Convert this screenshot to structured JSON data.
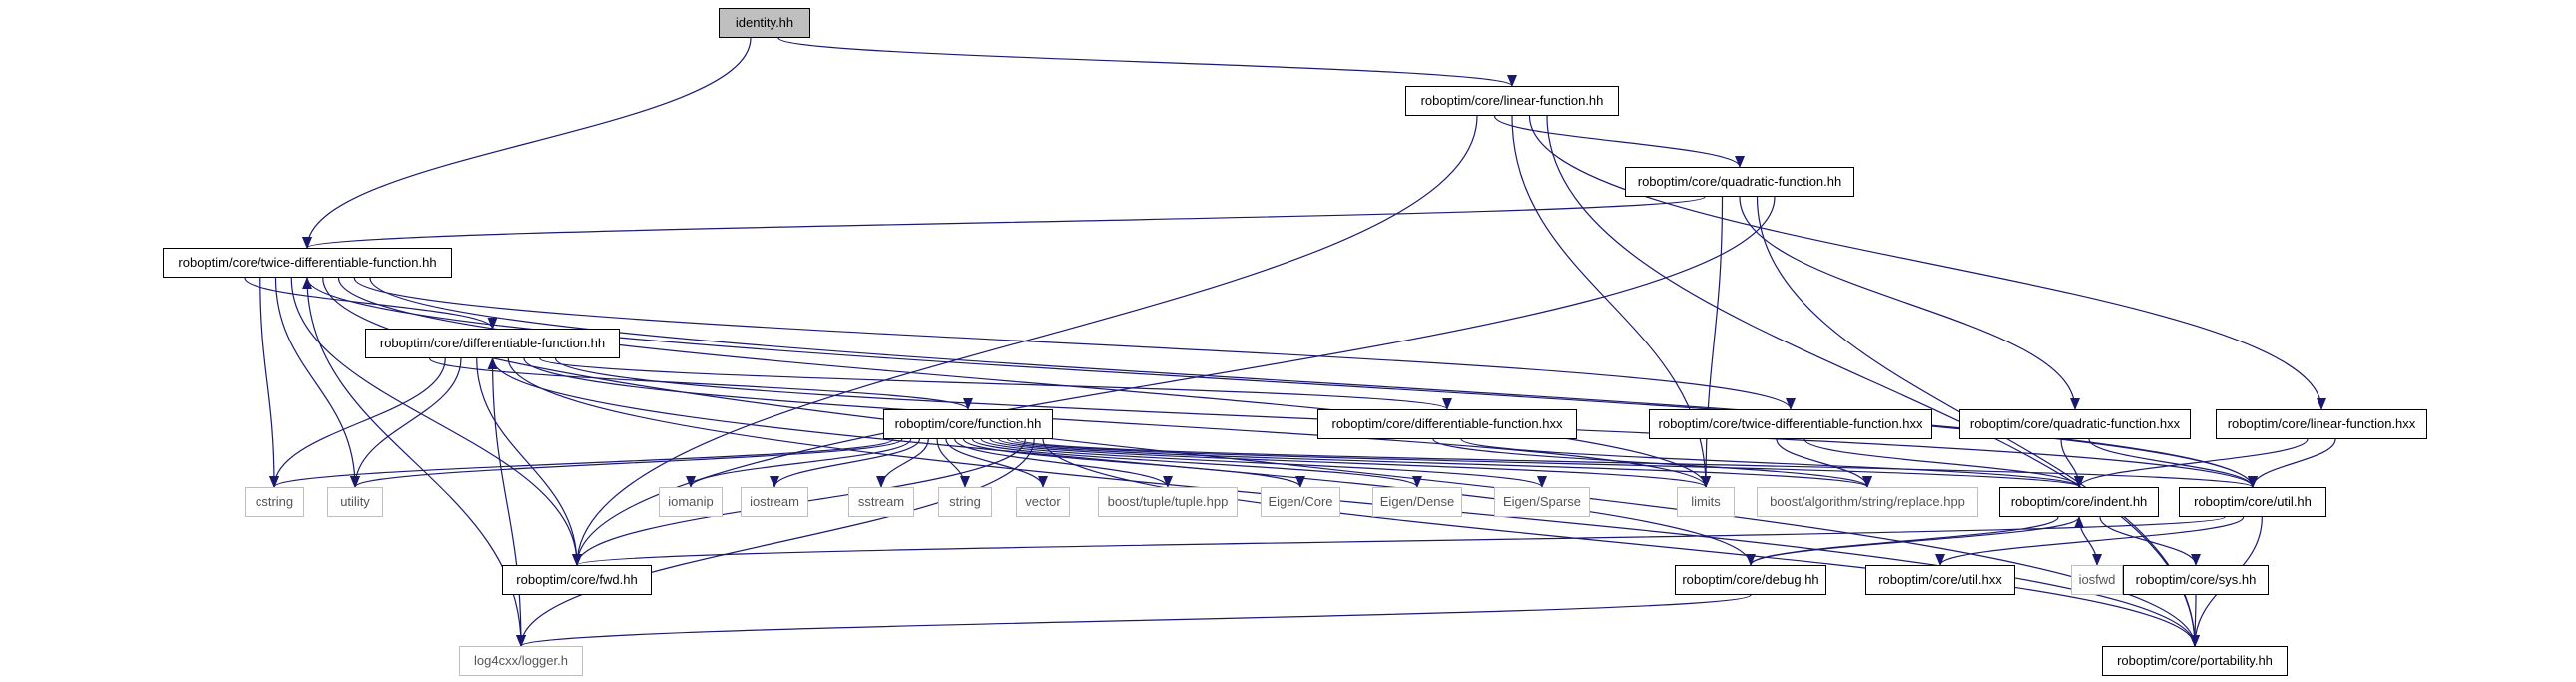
{
  "nodes": [
    {
      "id": "identity",
      "label": "identity.hh",
      "kind": "root"
    },
    {
      "id": "linear_hh",
      "label": "roboptim/core/linear-function.hh",
      "kind": "doc"
    },
    {
      "id": "quad_hh",
      "label": "roboptim/core/quadratic-function.hh",
      "kind": "doc"
    },
    {
      "id": "twice_hh",
      "label": "roboptim/core/twice-differentiable-function.hh",
      "kind": "doc"
    },
    {
      "id": "diff_hh",
      "label": "roboptim/core/differentiable-function.hh",
      "kind": "doc"
    },
    {
      "id": "func_hh",
      "label": "roboptim/core/function.hh",
      "kind": "doc"
    },
    {
      "id": "diff_hxx",
      "label": "roboptim/core/differentiable-function.hxx",
      "kind": "doc"
    },
    {
      "id": "twice_hxx",
      "label": "roboptim/core/twice-differentiable-function.hxx",
      "kind": "doc"
    },
    {
      "id": "quad_hxx",
      "label": "roboptim/core/quadratic-function.hxx",
      "kind": "doc"
    },
    {
      "id": "linear_hxx",
      "label": "roboptim/core/linear-function.hxx",
      "kind": "doc"
    },
    {
      "id": "cstring",
      "label": "cstring",
      "kind": "ext"
    },
    {
      "id": "utility",
      "label": "utility",
      "kind": "ext"
    },
    {
      "id": "iomanip",
      "label": "iomanip",
      "kind": "ext"
    },
    {
      "id": "iostream",
      "label": "iostream",
      "kind": "ext"
    },
    {
      "id": "sstream",
      "label": "sstream",
      "kind": "ext"
    },
    {
      "id": "string",
      "label": "string",
      "kind": "ext"
    },
    {
      "id": "vector",
      "label": "vector",
      "kind": "ext"
    },
    {
      "id": "tuple",
      "label": "boost/tuple/tuple.hpp",
      "kind": "ext"
    },
    {
      "id": "eigen_core",
      "label": "Eigen/Core",
      "kind": "ext"
    },
    {
      "id": "eigen_dense",
      "label": "Eigen/Dense",
      "kind": "ext"
    },
    {
      "id": "eigen_sparse",
      "label": "Eigen/Sparse",
      "kind": "ext"
    },
    {
      "id": "limits",
      "label": "limits",
      "kind": "ext"
    },
    {
      "id": "replace",
      "label": "boost/algorithm/string/replace.hpp",
      "kind": "ext"
    },
    {
      "id": "indent",
      "label": "roboptim/core/indent.hh",
      "kind": "doc"
    },
    {
      "id": "util_hh",
      "label": "roboptim/core/util.hh",
      "kind": "doc"
    },
    {
      "id": "fwd",
      "label": "roboptim/core/fwd.hh",
      "kind": "doc"
    },
    {
      "id": "debug",
      "label": "roboptim/core/debug.hh",
      "kind": "doc"
    },
    {
      "id": "util_hxx",
      "label": "roboptim/core/util.hxx",
      "kind": "doc"
    },
    {
      "id": "iosfwd",
      "label": "iosfwd",
      "kind": "ext"
    },
    {
      "id": "sys",
      "label": "roboptim/core/sys.hh",
      "kind": "doc"
    },
    {
      "id": "logger",
      "label": "log4cxx/logger.h",
      "kind": "ext"
    },
    {
      "id": "portability",
      "label": "roboptim/core/portability.hh",
      "kind": "doc"
    }
  ],
  "edges": [
    [
      "identity",
      "twice_hh"
    ],
    [
      "identity",
      "linear_hh"
    ],
    [
      "linear_hh",
      "fwd"
    ],
    [
      "linear_hh",
      "quad_hh"
    ],
    [
      "linear_hh",
      "limits"
    ],
    [
      "linear_hh",
      "linear_hxx"
    ],
    [
      "linear_hh",
      "portability"
    ],
    [
      "quad_hh",
      "twice_hh"
    ],
    [
      "quad_hh",
      "limits"
    ],
    [
      "quad_hh",
      "quad_hxx"
    ],
    [
      "quad_hh",
      "portability"
    ],
    [
      "quad_hh",
      "fwd"
    ],
    [
      "twice_hh",
      "diff_hh"
    ],
    [
      "twice_hh",
      "cstring"
    ],
    [
      "twice_hh",
      "utility"
    ],
    [
      "twice_hh",
      "fwd"
    ],
    [
      "twice_hh",
      "logger"
    ],
    [
      "twice_hh",
      "portability"
    ],
    [
      "twice_hh",
      "limits"
    ],
    [
      "twice_hh",
      "twice_hxx"
    ],
    [
      "twice_hh",
      "util_hh"
    ],
    [
      "diff_hh",
      "func_hh"
    ],
    [
      "diff_hh",
      "cstring"
    ],
    [
      "diff_hh",
      "utility"
    ],
    [
      "diff_hh",
      "fwd"
    ],
    [
      "diff_hh",
      "logger"
    ],
    [
      "diff_hh",
      "portability"
    ],
    [
      "diff_hh",
      "limits"
    ],
    [
      "diff_hh",
      "diff_hxx"
    ],
    [
      "diff_hh",
      "util_hh"
    ],
    [
      "func_hh",
      "cstring"
    ],
    [
      "func_hh",
      "utility"
    ],
    [
      "func_hh",
      "iomanip"
    ],
    [
      "func_hh",
      "iostream"
    ],
    [
      "func_hh",
      "sstream"
    ],
    [
      "func_hh",
      "string"
    ],
    [
      "func_hh",
      "vector"
    ],
    [
      "func_hh",
      "tuple"
    ],
    [
      "func_hh",
      "eigen_core"
    ],
    [
      "func_hh",
      "eigen_dense"
    ],
    [
      "func_hh",
      "eigen_sparse"
    ],
    [
      "func_hh",
      "limits"
    ],
    [
      "func_hh",
      "replace"
    ],
    [
      "func_hh",
      "indent"
    ],
    [
      "func_hh",
      "util_hh"
    ],
    [
      "func_hh",
      "fwd"
    ],
    [
      "func_hh",
      "logger"
    ],
    [
      "func_hh",
      "portability"
    ],
    [
      "diff_hxx",
      "replace"
    ],
    [
      "diff_hxx",
      "indent"
    ],
    [
      "twice_hxx",
      "replace"
    ],
    [
      "twice_hxx",
      "indent"
    ],
    [
      "quad_hxx",
      "indent"
    ],
    [
      "quad_hxx",
      "util_hh"
    ],
    [
      "linear_hxx",
      "indent"
    ],
    [
      "linear_hxx",
      "util_hh"
    ],
    [
      "indent",
      "debug"
    ],
    [
      "indent",
      "iosfwd"
    ],
    [
      "indent",
      "sys"
    ],
    [
      "util_hh",
      "fwd"
    ],
    [
      "util_hh",
      "util_hxx"
    ],
    [
      "util_hh",
      "portability"
    ],
    [
      "util_hh",
      "twice_hh"
    ],
    [
      "debug",
      "indent"
    ],
    [
      "debug",
      "logger"
    ],
    [
      "debug",
      "diff_hh"
    ],
    [
      "sys",
      "portability"
    ]
  ]
}
